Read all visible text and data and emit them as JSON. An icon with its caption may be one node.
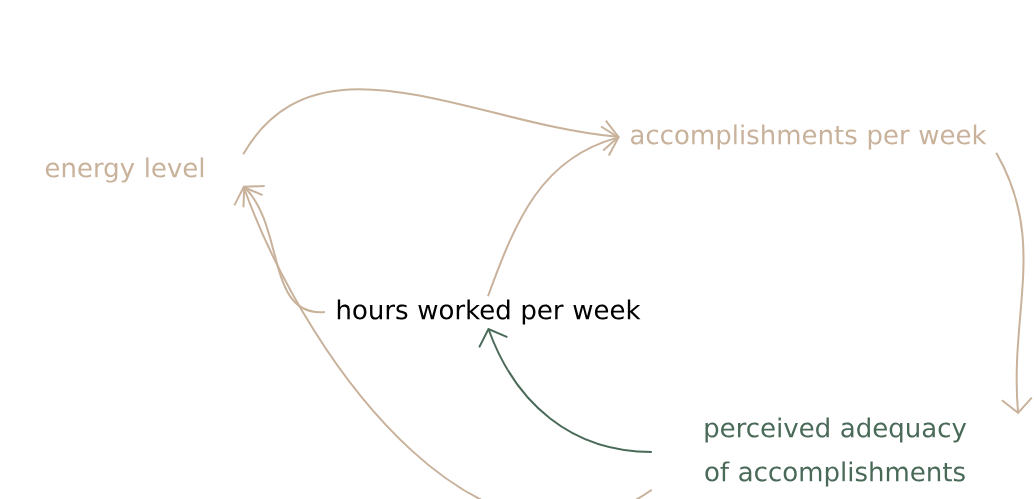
{
  "diagram": {
    "nodes": [
      {
        "text": [
          "energy level"
        ]
      },
      {
        "text": [
          "accomplishments per week"
        ]
      },
      {
        "text": [
          "hours worked per week"
        ]
      },
      {
        "text": [
          "perceived adequacy of accomplishments"
        ]
      }
    ],
    "edges": [
      {
        "from": 0,
        "to": 1,
        "arrow": "to"
      },
      {
        "from": 2,
        "to": 1,
        "arrow": "to"
      },
      {
        "from": 1,
        "to": 3,
        "arrow": "to"
      },
      {
        "from": 2,
        "to": 0,
        "arrow": "to"
      },
      {
        "from": 3,
        "to": 0,
        "arrow": "to"
      },
      {
        "from": 3,
        "to": 2,
        "arrow": "to",
        "color": "#4a6a58"
      }
    ]
  }
}
